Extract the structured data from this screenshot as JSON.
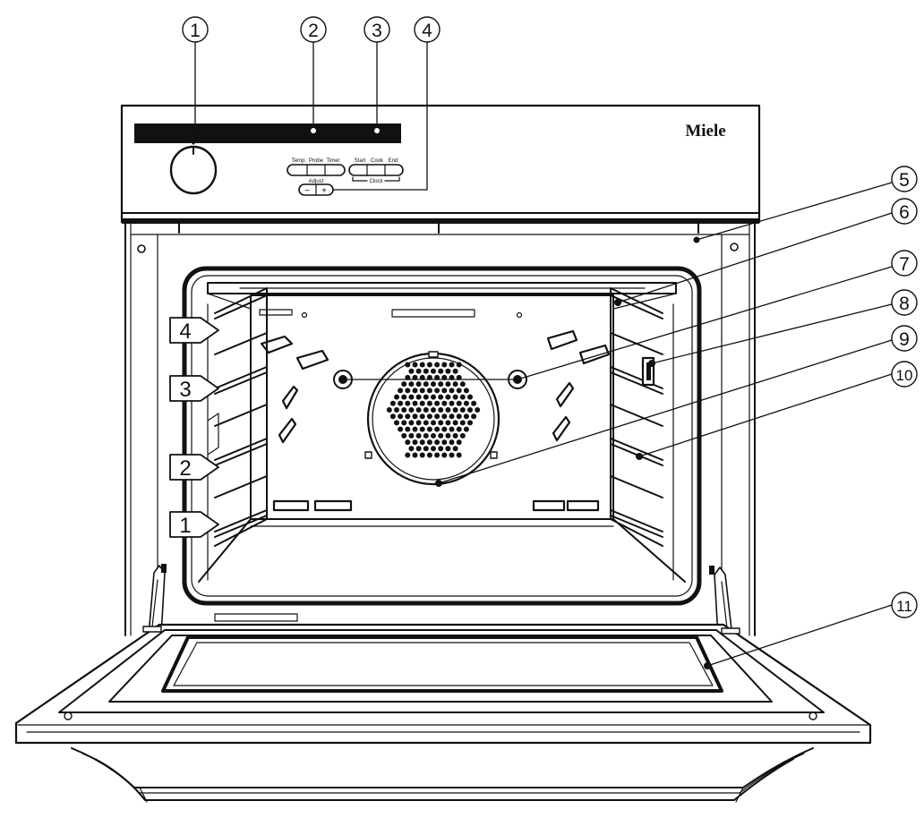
{
  "brand": "Miele",
  "buttons": {
    "temp": "Temp.",
    "probe": "Probe",
    "timer": "Timer",
    "start": "Start",
    "cook": "Cook",
    "end": "End",
    "adjust": "Adjust",
    "clock": "Clock",
    "minus": "−",
    "plus": "+"
  },
  "callouts": [
    "1",
    "2",
    "3",
    "4",
    "5",
    "6",
    "7",
    "8",
    "9",
    "10",
    "11"
  ],
  "shelf_levels": [
    "4",
    "3",
    "2",
    "1"
  ]
}
